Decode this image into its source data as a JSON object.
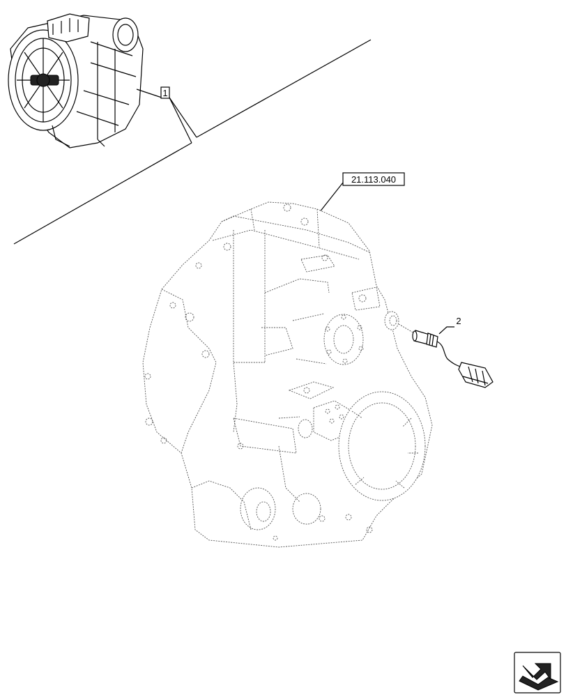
{
  "callouts": {
    "assembly_ref": "1",
    "housing_ref": "21.113.040",
    "sensor_ref": "2"
  },
  "icons": {
    "thumbnail": "transmission-assembly-icon",
    "housing": "transmission-housing-icon",
    "sensor": "temperature-sensor-icon",
    "nav": "next-page-arrow-icon"
  },
  "colors": {
    "line": "#000000",
    "ghost_line": "#555555",
    "background": "#ffffff"
  }
}
